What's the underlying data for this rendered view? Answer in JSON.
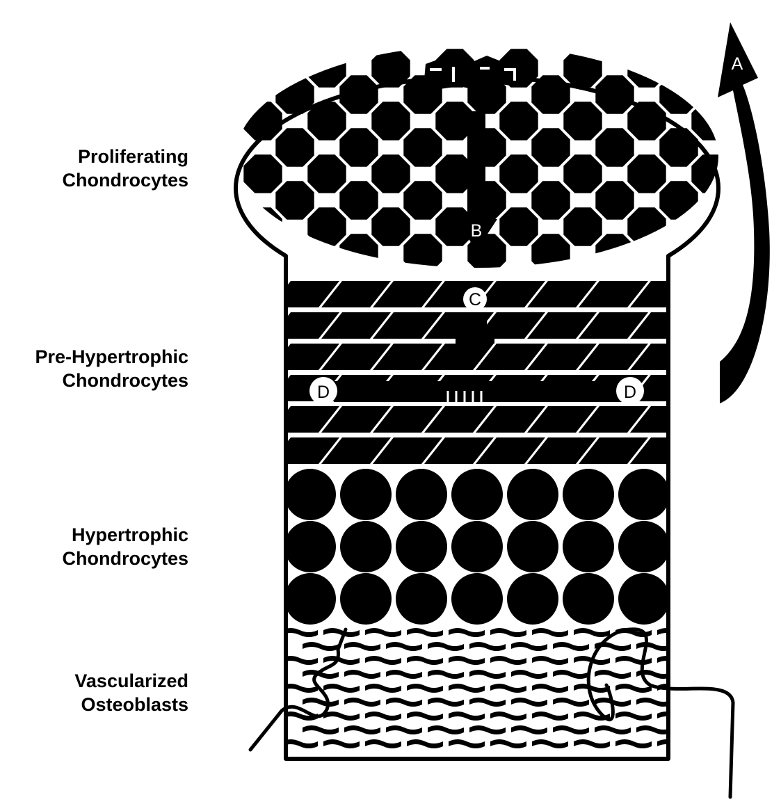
{
  "zones": [
    {
      "id": "proliferating",
      "line1": "Proliferating",
      "line2": "Chondrocytes"
    },
    {
      "id": "pre-hypertrophic",
      "line1": "Pre-Hypertrophic",
      "line2": "Chondrocytes"
    },
    {
      "id": "hypertrophic",
      "line1": "Hypertrophic",
      "line2": "Chondrocytes"
    },
    {
      "id": "vascularized",
      "line1": "Vascularized",
      "line2": "Osteoblasts"
    }
  ],
  "markers": {
    "a": "A",
    "b": "B",
    "c": "C",
    "d_left": "D",
    "d_right": "D"
  },
  "colors": {
    "ink": "#000000",
    "paper": "#ffffff"
  }
}
